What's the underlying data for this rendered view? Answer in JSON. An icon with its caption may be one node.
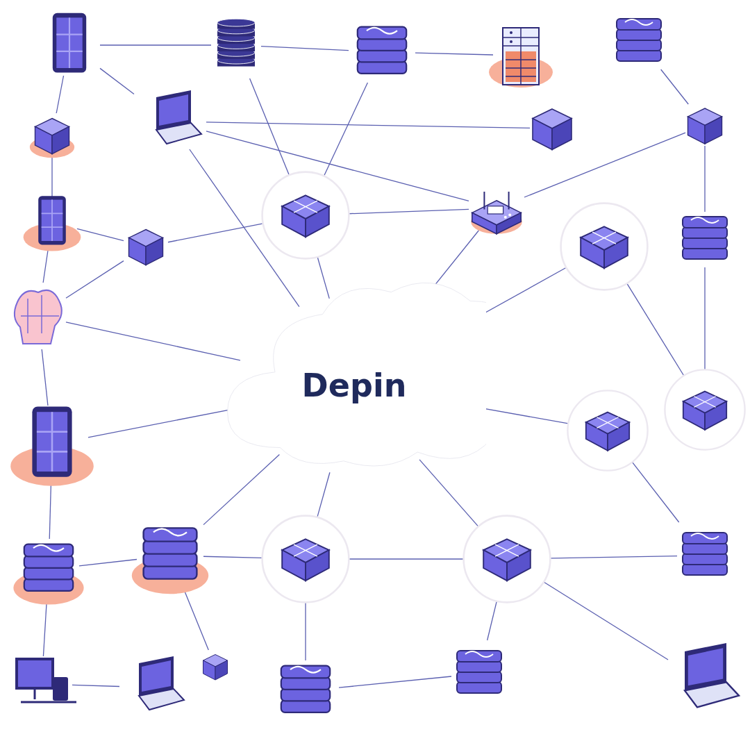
{
  "diagram": {
    "nodes": [
      {
        "text": [
          "Depin"
        ]
      },
      {
        "text": [],
        "shape": "picture"
      },
      {
        "text": [],
        "shape": "picture"
      },
      {
        "text": [],
        "shape": "picture"
      },
      {
        "text": [],
        "shape": "picture"
      },
      {
        "text": [],
        "shape": "picture"
      },
      {
        "text": [],
        "shape": "picture"
      },
      {
        "text": [],
        "shape": "picture"
      },
      {
        "text": [],
        "shape": "picture"
      },
      {
        "text": [],
        "shape": "picture"
      },
      {
        "text": [],
        "shape": "picture"
      },
      {
        "text": [],
        "shape": "picture"
      },
      {
        "text": [],
        "shape": "picture"
      },
      {
        "text": [],
        "shape": "picture"
      },
      {
        "text": [],
        "shape": "picture"
      },
      {
        "text": [],
        "shape": "picture"
      },
      {
        "text": [],
        "shape": "picture"
      },
      {
        "text": [],
        "shape": "picture"
      },
      {
        "text": [],
        "shape": "picture"
      },
      {
        "text": [],
        "shape": "picture"
      },
      {
        "text": [],
        "shape": "picture"
      },
      {
        "text": [],
        "shape": "picture"
      },
      {
        "text": [],
        "shape": "picture"
      },
      {
        "text": [],
        "shape": "picture"
      },
      {
        "text": [],
        "shape": "picture"
      },
      {
        "text": [],
        "shape": "picture"
      },
      {
        "text": [],
        "shape": "picture"
      },
      {
        "text": [],
        "shape": "picture"
      },
      {
        "text": [],
        "shape": "picture"
      },
      {
        "text": [],
        "shape": "picture"
      },
      {
        "text": [],
        "shape": "picture"
      }
    ],
    "edges": [
      {
        "from": 1,
        "to": 2,
        "arrow": "none"
      },
      {
        "from": 2,
        "to": 3,
        "arrow": "none"
      },
      {
        "from": 3,
        "to": 4,
        "arrow": "none"
      },
      {
        "from": 1,
        "to": 6,
        "arrow": "none"
      },
      {
        "from": 6,
        "to": 12,
        "arrow": "none"
      },
      {
        "from": 12,
        "to": 16,
        "arrow": "none"
      },
      {
        "from": 16,
        "to": 17,
        "arrow": "none"
      },
      {
        "from": 17,
        "to": 21,
        "arrow": "none"
      },
      {
        "from": 21,
        "to": 25,
        "arrow": "none"
      },
      {
        "from": 1,
        "to": 7,
        "arrow": "none"
      },
      {
        "from": 2,
        "to": 10,
        "arrow": "none"
      },
      {
        "from": 3,
        "to": 10,
        "arrow": "none"
      },
      {
        "from": 7,
        "to": 8,
        "arrow": "none"
      },
      {
        "from": 7,
        "to": 11,
        "arrow": "none"
      },
      {
        "from": 10,
        "to": 0,
        "arrow": "none"
      },
      {
        "from": 10,
        "to": 11,
        "arrow": "none"
      },
      {
        "from": 11,
        "to": 0,
        "arrow": "none"
      },
      {
        "from": 11,
        "to": 9,
        "arrow": "none"
      },
      {
        "from": 9,
        "to": 5,
        "arrow": "none"
      },
      {
        "from": 9,
        "to": 15,
        "arrow": "none"
      },
      {
        "from": 14,
        "to": 0,
        "arrow": "none"
      },
      {
        "from": 14,
        "to": 18,
        "arrow": "none"
      },
      {
        "from": 15,
        "to": 18,
        "arrow": "none"
      },
      {
        "from": 0,
        "to": 19,
        "arrow": "none"
      },
      {
        "from": 19,
        "to": 24,
        "arrow": "none"
      },
      {
        "from": 0,
        "to": 23,
        "arrow": "none"
      },
      {
        "from": 0,
        "to": 22,
        "arrow": "none"
      },
      {
        "from": 22,
        "to": 23,
        "arrow": "none"
      },
      {
        "from": 23,
        "to": 24,
        "arrow": "none"
      },
      {
        "from": 23,
        "to": 29,
        "arrow": "none"
      },
      {
        "from": 23,
        "to": 30,
        "arrow": "none"
      },
      {
        "from": 22,
        "to": 28,
        "arrow": "none"
      },
      {
        "from": 12,
        "to": 13,
        "arrow": "none"
      },
      {
        "from": 13,
        "to": 16,
        "arrow": "none"
      },
      {
        "from": 13,
        "to": 10,
        "arrow": "none"
      },
      {
        "from": 16,
        "to": 0,
        "arrow": "none"
      },
      {
        "from": 17,
        "to": 0,
        "arrow": "none"
      },
      {
        "from": 20,
        "to": 0,
        "arrow": "none"
      },
      {
        "from": 20,
        "to": 21,
        "arrow": "none"
      },
      {
        "from": 20,
        "to": 27,
        "arrow": "none"
      },
      {
        "from": 20,
        "to": 22,
        "arrow": "none"
      },
      {
        "from": 28,
        "to": 29,
        "arrow": "none"
      },
      {
        "from": 26,
        "to": 25,
        "arrow": "none"
      },
      {
        "from": 7,
        "to": 0,
        "arrow": "none"
      }
    ]
  }
}
